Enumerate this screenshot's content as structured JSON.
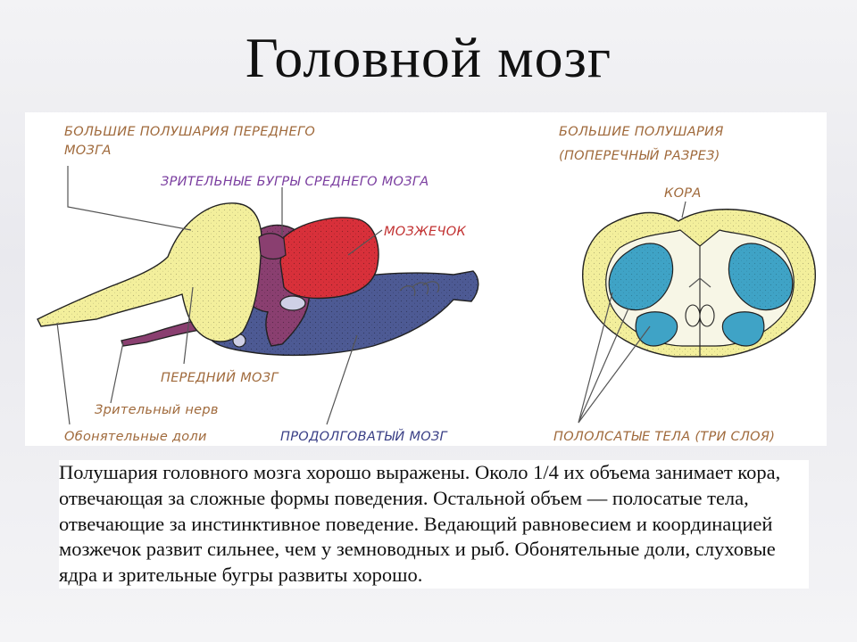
{
  "slide": {
    "title": "Головной мозг",
    "body": "Полушария головного мозга хорошо выражены. Около 1/4 их объема занимает кора, отвечающая за сложные формы поведения. Остальной объем — полосатые тела, отвечающие за инстинктивное поведение. Ведающий равновесием и координацией мозжечок развит сильнее, чем у земноводных и рыб. Обонятельные доли, слуховые ядра и зрительные бугры развиты хорошо."
  },
  "side_view": {
    "label_hemispheres_1": "БОЛЬШИЕ ПОЛУШАРИЯ ПЕРЕДНЕГО",
    "label_hemispheres_2": "МОЗГА",
    "label_optic_lobes": "ЗРИТЕЛЬНЫЕ БУГРЫ СРЕДНЕГО МОЗГА",
    "label_cerebellum": "МОЗЖЕЧОК",
    "label_forebrain": "ПЕРЕДНИЙ МОЗГ",
    "label_optic_nerve": "Зрительный нерв",
    "label_olfactory": "Обонятельные доли",
    "label_medulla": "ПРОДОЛГОВАТЫЙ МОЗГ"
  },
  "cross_section": {
    "label_title_1": "БОЛЬШИЕ ПОЛУШАРИЯ",
    "label_title_2": "(ПОПЕРЕЧНЫЙ РАЗРЕЗ)",
    "label_cortex": "КОРА",
    "label_striatum": "ПОЛОЛСАТЫЕ ТЕЛА (ТРИ СЛОЯ)"
  },
  "colors": {
    "hemisphere_yellow": "#f3ef9c",
    "midbrain_purple": "#8a3f70",
    "cerebellum_red": "#d8303a",
    "medulla_blue": "#4d5a94",
    "striatum_blue": "#3fa3c6"
  }
}
